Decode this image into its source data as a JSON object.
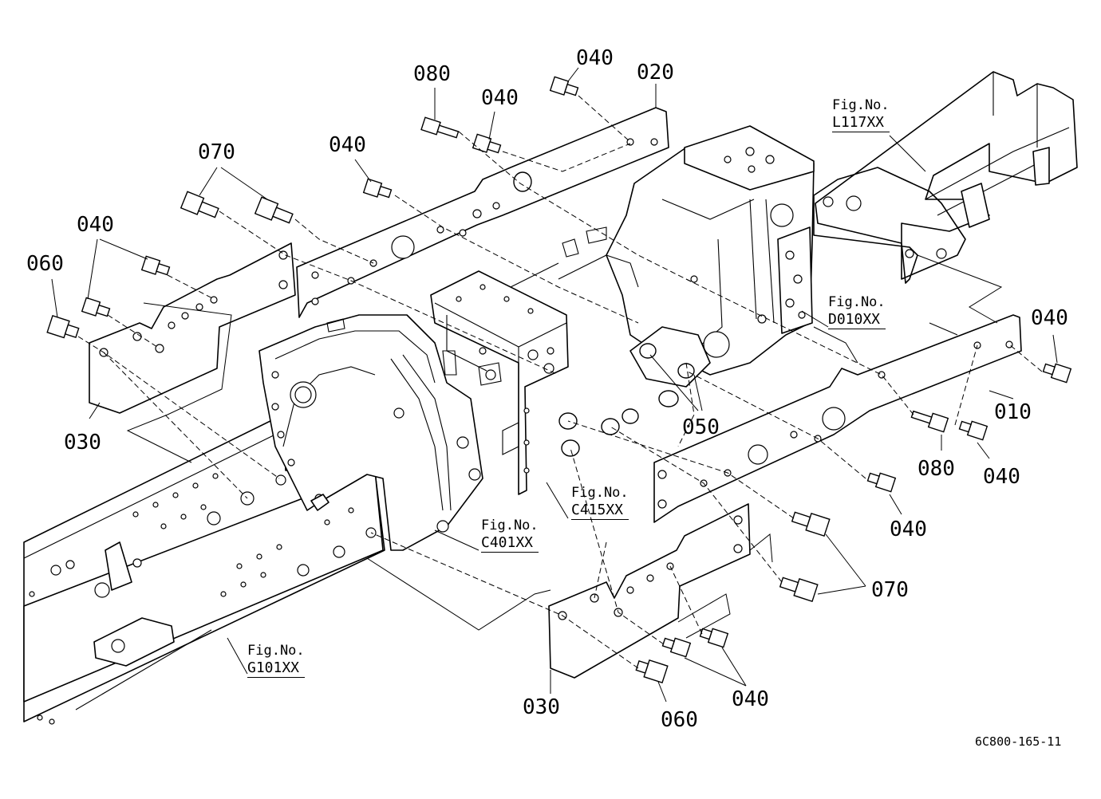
{
  "part_labels": {
    "p080_top": "080",
    "p040_top_a": "040",
    "p020": "020",
    "p040_top_b": "040",
    "p040_upper": "040",
    "p070_top": "070",
    "p040_left_a": "040",
    "p060_left": "060",
    "p030_left": "030",
    "p050": "050",
    "p040_right": "040",
    "p010": "010",
    "p080_right": "080",
    "p040_right_b": "040",
    "p040_right_c": "040",
    "p070_bottom": "070",
    "p030_bottom": "030",
    "p060_bottom": "060",
    "p040_bottom": "040"
  },
  "figure_refs": [
    {
      "prefix": "Fig.No.",
      "code": "L117XX"
    },
    {
      "prefix": "Fig.No.",
      "code": "D010XX"
    },
    {
      "prefix": "Fig.No.",
      "code": "C415XX"
    },
    {
      "prefix": "Fig.No.",
      "code": "C401XX"
    },
    {
      "prefix": "Fig.No.",
      "code": "G101XX"
    }
  ],
  "drawing_number": "6C800-165-11"
}
